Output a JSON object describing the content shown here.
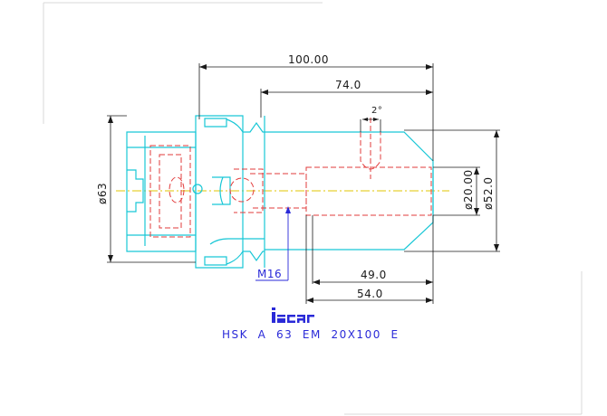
{
  "drawing": {
    "dimensions": {
      "overall_length": "100.00",
      "body_length": "74.0",
      "taper_angle": "2°",
      "flange_dia": "ø63",
      "bore_dia": "ø20.00",
      "body_dia": "ø52.0",
      "thread": "M16",
      "bore_depth": "49.0",
      "clamp_depth": "54.0"
    },
    "logo": {
      "text": "iscar"
    },
    "caption": "HSK  A  63  EM  20X100  E",
    "colors": {
      "outline": "#19c7d6",
      "hidden": "#e23b3b",
      "dimension": "#1a1a1a",
      "label": "#2a2ad8",
      "centerline": "#e0c400"
    }
  }
}
